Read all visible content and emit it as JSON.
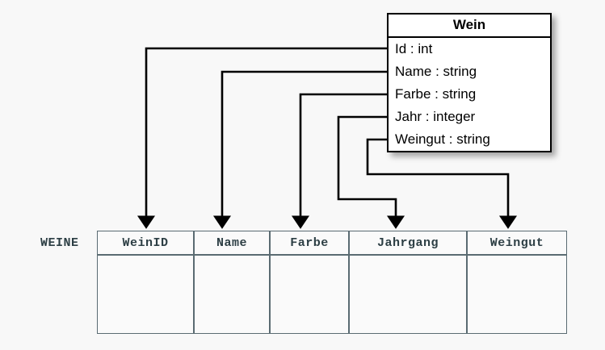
{
  "diagram": {
    "title": "Wein class to WEINE table mapping",
    "background_color": "#f8f8f8",
    "line_color": "#000000",
    "table_border_color": "#5a6b72",
    "table_text_color": "#2c3e44"
  },
  "uml_class": {
    "name": "Wein",
    "attributes": [
      {
        "label": "Id : int",
        "field": "Id",
        "type": "int"
      },
      {
        "label": "Name : string",
        "field": "Name",
        "type": "string"
      },
      {
        "label": "Farbe : string",
        "field": "Farbe",
        "type": "string"
      },
      {
        "label": "Jahr : integer",
        "field": "Jahr",
        "type": "integer"
      },
      {
        "label": "Weingut : string",
        "field": "Weingut",
        "type": "string"
      }
    ]
  },
  "relational_table": {
    "name": "WEINE",
    "columns": [
      {
        "header": "WeinID"
      },
      {
        "header": "Name"
      },
      {
        "header": "Farbe"
      },
      {
        "header": "Jahrgang"
      },
      {
        "header": "Weingut"
      }
    ],
    "rows": [
      [
        "",
        "",
        "",
        "",
        ""
      ]
    ]
  },
  "mappings": [
    {
      "from": "Id",
      "to": "WeinID"
    },
    {
      "from": "Name",
      "to": "Name"
    },
    {
      "from": "Farbe",
      "to": "Farbe"
    },
    {
      "from": "Jahr",
      "to": "Jahrgang"
    },
    {
      "from": "Weingut",
      "to": "Weingut"
    }
  ]
}
